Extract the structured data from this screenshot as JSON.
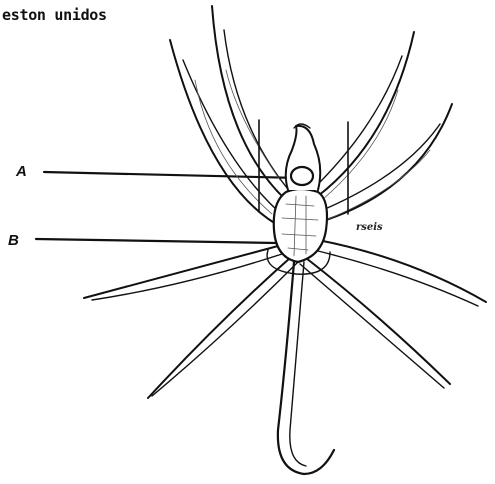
{
  "caption": "eston unidos",
  "labels": {
    "a": "A",
    "b": "B"
  },
  "annotation": "rseis",
  "colors": {
    "ink": "#111111",
    "paper": "#ffffff",
    "shade": "#555555"
  }
}
